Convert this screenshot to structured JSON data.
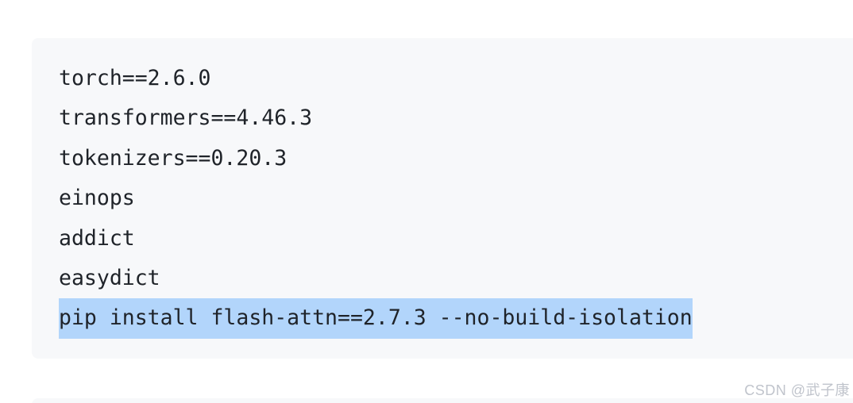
{
  "code_block": {
    "lines": [
      "torch==2.6.0",
      "transformers==4.46.3",
      "tokenizers==0.20.3",
      "einops",
      "addict",
      "easydict",
      "pip install flash-attn==2.7.3 --no-build-isolation"
    ],
    "selected_line_index": 6,
    "background_color": "#f7f8fa",
    "selection_color": "#b2d5fb",
    "text_color": "#1f2329"
  },
  "watermark": {
    "text": "CSDN @武子康"
  }
}
